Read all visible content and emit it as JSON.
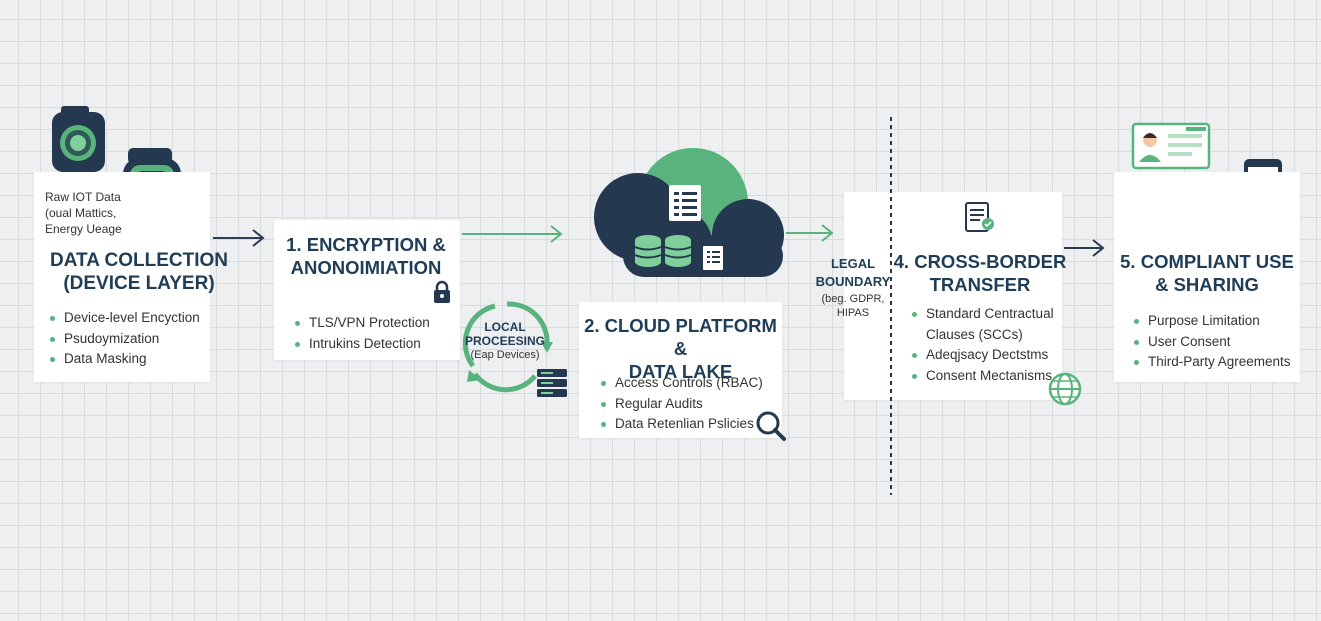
{
  "colors": {
    "accent_green": "#58b47c",
    "dark_navy": "#24394f",
    "heading_text": "#1f3d57",
    "arrow": "#2b3e54"
  },
  "iot": {
    "raw_label_lines": [
      "Raw IOT Data",
      "(oual Mattics,",
      "Energy Ueage"
    ]
  },
  "stage_collection": {
    "title": "DATA COLLECTION\n(DEVICE LAYER)",
    "bullets": [
      "Device-level Encyction",
      "Psudoymization",
      "Data Masking"
    ]
  },
  "stage_encryption": {
    "title": "1. ENCRYPTION &\nANONOIMIATION",
    "bullets": [
      "TLS/VPN Protection",
      "Intrukins Detection"
    ],
    "icon": "padlock-icon"
  },
  "local_processing": {
    "title": "LOCAL\nPROCEESING",
    "subtitle": "(Eap Devices)",
    "icon": "server-icon"
  },
  "stage_cloud": {
    "title": "2. CLOUD PLATFORM &\nDATA LAKE",
    "bullets": [
      "Access Controls (RBAC)",
      "Regular Audits",
      "Data Retenlian Pslicies"
    ],
    "icon": "magnifier-icon"
  },
  "legal": {
    "title": "LEGAL\nBOUNDARY",
    "subtitle": "(beg. GDPR,\nHIPAS"
  },
  "stage_transfer": {
    "title": "4. CROSS-BORDER\nTRANSFER",
    "bullets": [
      "Standard Centractual\nClauses (SCCs)",
      "Adeqjsacy Dectstms",
      "Consent Mectanisms"
    ],
    "icons": [
      "document-icon",
      "globe-icon"
    ]
  },
  "stage_use": {
    "title": "5. COMPLIANT USE\n& SHARING",
    "bullets": [
      "Purpose Limitation",
      "User Consent",
      "Third-Party Agreements"
    ],
    "icons": [
      "user-profile-icon",
      "phone-chart-icon"
    ]
  }
}
